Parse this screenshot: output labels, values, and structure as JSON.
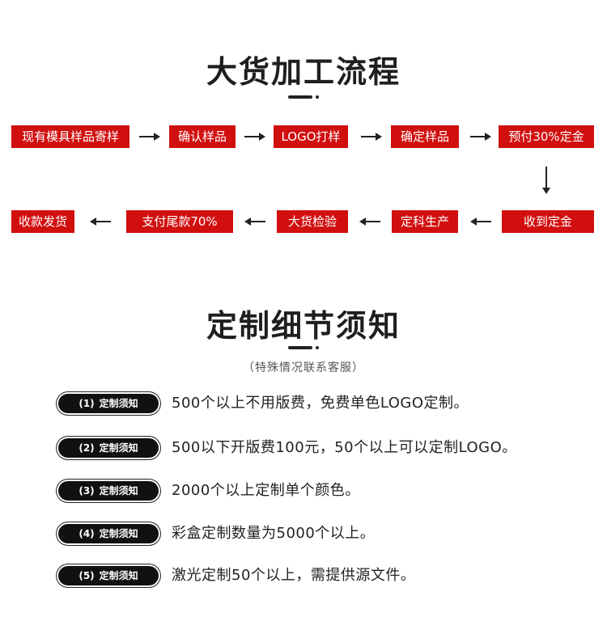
{
  "process": {
    "title": "大货加工流程",
    "steps_row1": [
      "现有模具样品寄样",
      "确认样品",
      "LOGO打样",
      "确定样品",
      "预付30%定金"
    ],
    "steps_row2": [
      "收款发货",
      "支付尾款70%",
      "大货检验",
      "定科生产",
      "收到定金"
    ]
  },
  "notes": {
    "title": "定制细节须知",
    "subtitle": "（特殊情况联系客服）",
    "badge_label": "定制须知",
    "items": [
      {
        "num": "(1)",
        "text": "500个以上不用版费，免费单色LOGO定制。"
      },
      {
        "num": "(2)",
        "text": "500以下开版费100元，50个以上可以定制LOGO。"
      },
      {
        "num": "(3)",
        "text": "2000个以上定制单个颜色。"
      },
      {
        "num": "(4)",
        "text": "彩盒定制数量为5000个以上。"
      },
      {
        "num": "(5)",
        "text": "激光定制50个以上，需提供源文件。"
      }
    ]
  },
  "colors": {
    "accent": "#d10f0f",
    "text": "#222222",
    "badge": "#111111"
  }
}
